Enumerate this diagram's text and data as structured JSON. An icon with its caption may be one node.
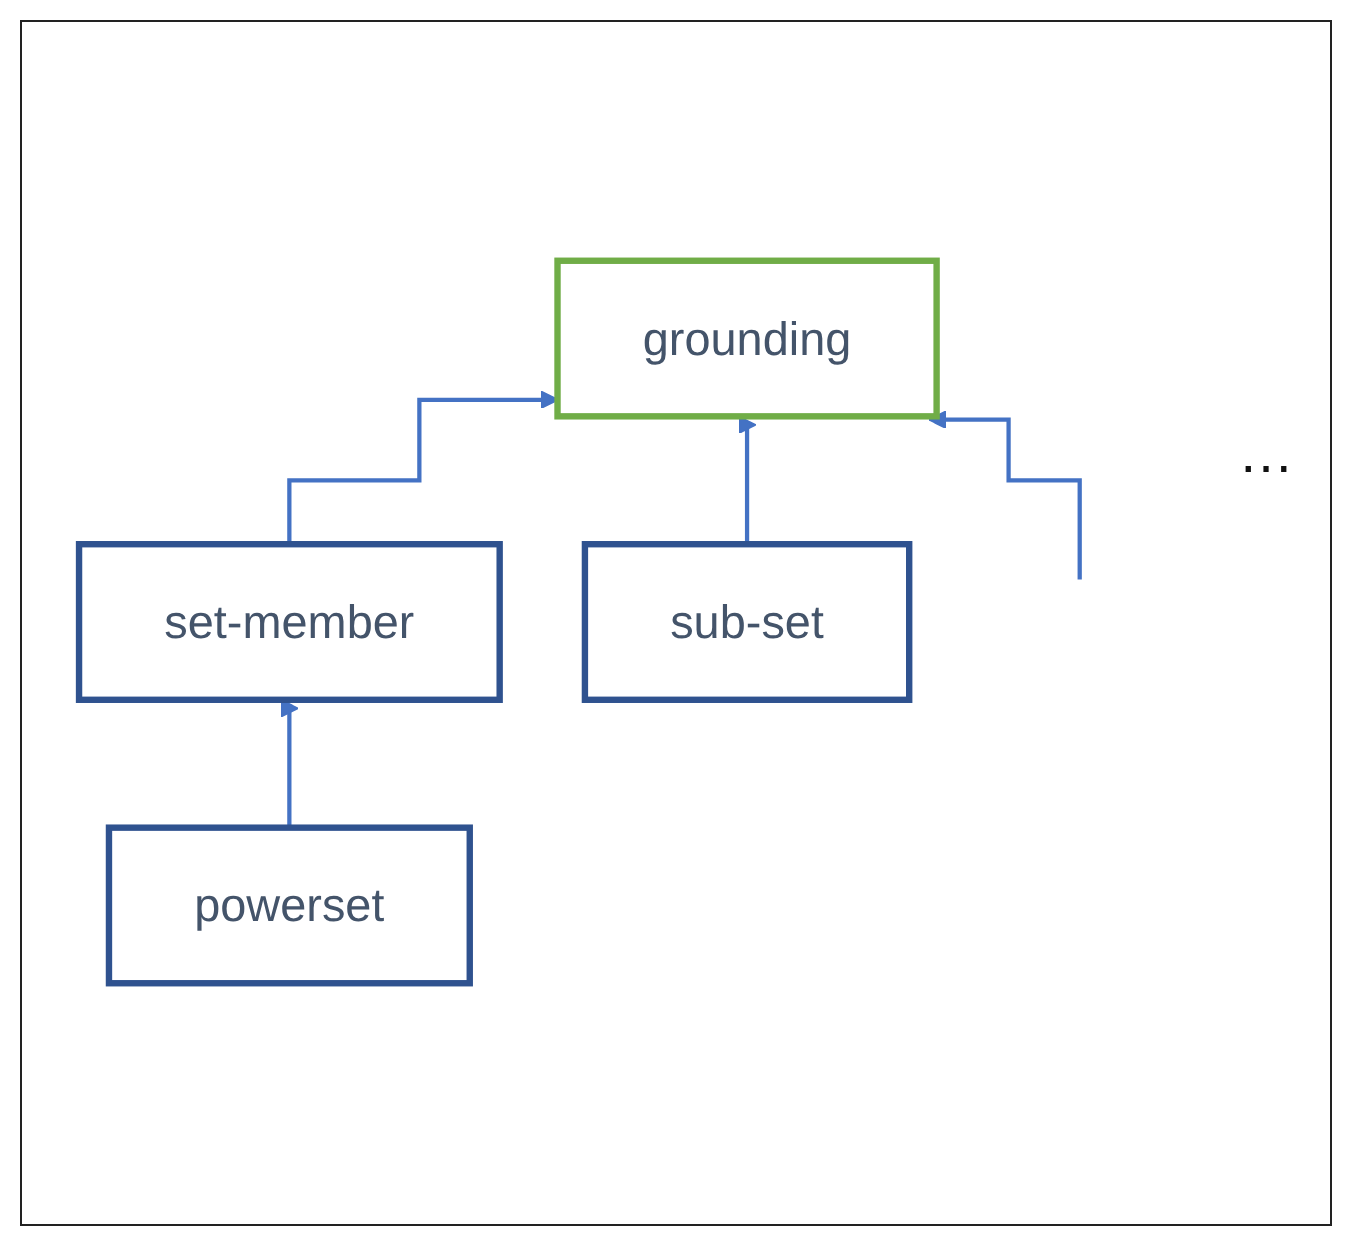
{
  "diagram": {
    "nodes": [
      {
        "text": [
          "grounding"
        ]
      },
      {
        "text": [
          "set-member"
        ]
      },
      {
        "text": [
          "sub-set"
        ]
      },
      {
        "text": [
          "powerset"
        ]
      }
    ],
    "edges": [
      {
        "from": 1,
        "to": 0,
        "arrow": "to"
      },
      {
        "from": 2,
        "to": 0,
        "arrow": "to"
      },
      {
        "from": null,
        "to": 0,
        "arrow": "to"
      },
      {
        "from": 3,
        "to": 1,
        "arrow": "to"
      }
    ],
    "labels": [
      "…"
    ]
  }
}
